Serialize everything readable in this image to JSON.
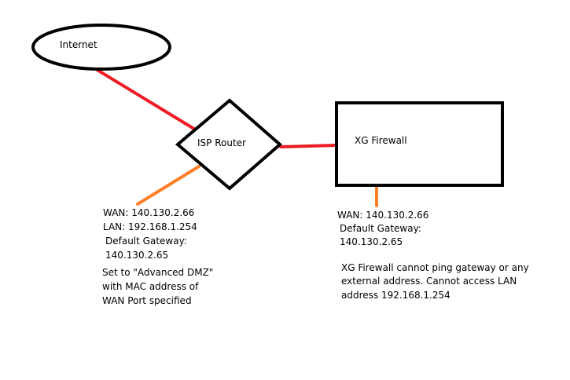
{
  "diagram": {
    "colors": {
      "background": "#ffffff",
      "outline": "#000000",
      "link_red": "#ed1c24",
      "link_orange": "#ff7f27"
    },
    "nodes": {
      "internet": {
        "label": "Internet"
      },
      "isp_router": {
        "label": "ISP Router"
      },
      "xg_firewall": {
        "label": "XG Firewall"
      }
    },
    "router_notes": {
      "wan": "WAN: 140.130.2.66",
      "lan": "LAN: 192.168.1.254",
      "gateway_label": "Default Gateway:",
      "gateway_value": "140.130.2.65",
      "dmz_line1": "Set to \"Advanced DMZ\"",
      "dmz_line2": "with MAC address of",
      "dmz_line3": "WAN Port specified"
    },
    "firewall_notes": {
      "wan": "WAN: 140.130.2.66",
      "gateway_label": "Default Gateway:",
      "gateway_value": "140.130.2.65",
      "issue_line1": "XG Firewall cannot ping gateway or any",
      "issue_line2": "external address. Cannot access LAN",
      "issue_line3": "address 192.168.1.254"
    }
  }
}
